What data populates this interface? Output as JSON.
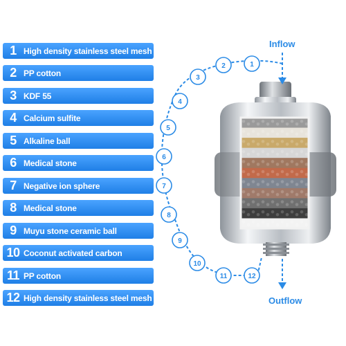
{
  "legend": [
    {
      "num": "1",
      "label": "High density stainless steel mesh"
    },
    {
      "num": "2",
      "label": "PP cotton"
    },
    {
      "num": "3",
      "label": "KDF 55"
    },
    {
      "num": "4",
      "label": "Calcium sulfite"
    },
    {
      "num": "5",
      "label": "Alkaline ball"
    },
    {
      "num": "6",
      "label": "Medical stone"
    },
    {
      "num": "7",
      "label": "Negative ion sphere"
    },
    {
      "num": "8",
      "label": "Medical stone"
    },
    {
      "num": "9",
      "label": "Muyu stone ceramic ball"
    },
    {
      "num": "10",
      "label": "Coconut activated carbon"
    },
    {
      "num": "11",
      "label": "PP cotton"
    },
    {
      "num": "12",
      "label": "High density stainless steel mesh"
    }
  ],
  "inflow_label": "Inflow",
  "outflow_label": "Outflow",
  "colors": {
    "accent": "#2b8be6",
    "chrome": "#c9cdd2"
  },
  "layers": [
    {
      "name": "High density stainless steel mesh",
      "color": "#9a9a9a"
    },
    {
      "name": "PP cotton",
      "color": "#e8e4dc"
    },
    {
      "name": "KDF 55",
      "color": "#c9a96a"
    },
    {
      "name": "Calcium sulfite",
      "color": "#d7d7d7"
    },
    {
      "name": "Alkaline ball",
      "color": "#a07860"
    },
    {
      "name": "Medical stone",
      "color": "#c26a4a"
    },
    {
      "name": "Negative ion sphere",
      "color": "#7f8691"
    },
    {
      "name": "Medical stone",
      "color": "#a07a6a"
    },
    {
      "name": "Muyu stone ceramic ball",
      "color": "#707070"
    },
    {
      "name": "Coconut activated carbon",
      "color": "#3e3e3e"
    },
    {
      "name": "PP cotton",
      "color": "#f3f3f3"
    }
  ]
}
